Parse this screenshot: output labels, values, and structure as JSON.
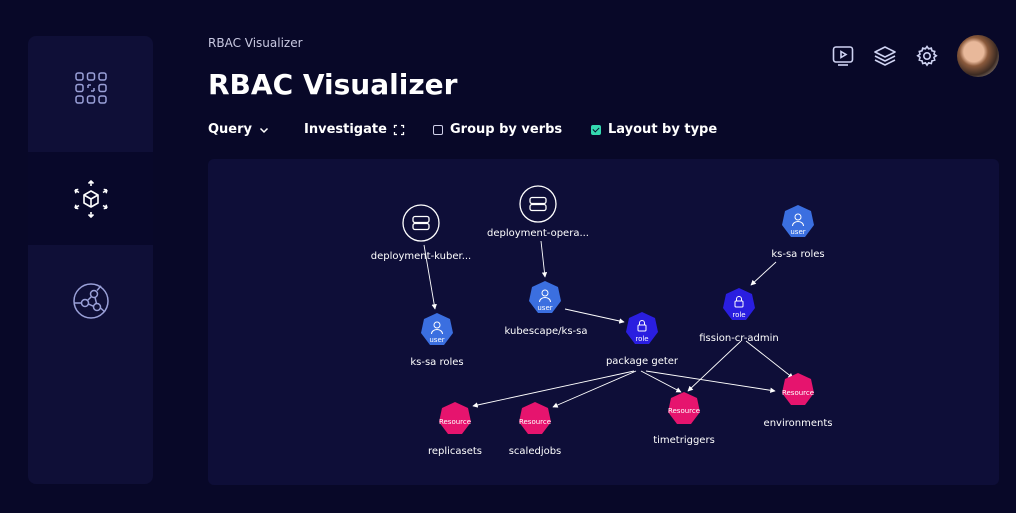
{
  "header": {
    "breadcrumb": "RBAC Visualizer",
    "title": "RBAC Visualizer"
  },
  "toolbar": {
    "query_label": "Query",
    "investigate_label": "Investigate",
    "group_by_verbs": {
      "label": "Group by verbs",
      "checked": false
    },
    "layout_by_type": {
      "label": "Layout by type",
      "checked": true
    }
  },
  "sidebar": {
    "items": [
      {
        "icon": "grid-scan-icon",
        "active": false
      },
      {
        "icon": "cube-icon",
        "active": true
      },
      {
        "icon": "network-icon",
        "active": false
      }
    ]
  },
  "top_icons": [
    "play-video-icon",
    "layers-icon",
    "gear-icon",
    "avatar"
  ],
  "colors": {
    "background": "#080828",
    "panel": "#0f0f37",
    "user": "#3b6fe0",
    "role": "#2a1ee0",
    "resource": "#e6146e",
    "checkbox_on": "#34d9b0"
  },
  "graph": {
    "nodes": [
      {
        "id": "n1",
        "type": "group",
        "label": "deployment-kuber..."
      },
      {
        "id": "n2",
        "type": "group",
        "label": "deployment-opera..."
      },
      {
        "id": "n3",
        "type": "user",
        "badge": "user",
        "label": "ks-sa roles"
      },
      {
        "id": "n4",
        "type": "user",
        "badge": "user",
        "label": "kubescape/ks-sa"
      },
      {
        "id": "n5",
        "type": "role",
        "badge": "role",
        "label": "package geter"
      },
      {
        "id": "n6",
        "type": "user",
        "badge": "user",
        "label": "ks-sa roles"
      },
      {
        "id": "n7",
        "type": "role",
        "badge": "role",
        "label": "fission-cr-admin"
      },
      {
        "id": "n8",
        "type": "resource",
        "badge": "Resource",
        "label": "replicasets"
      },
      {
        "id": "n9",
        "type": "resource",
        "badge": "Resource",
        "label": "scaledjobs"
      },
      {
        "id": "n10",
        "type": "resource",
        "badge": "Resource",
        "label": "timetriggers"
      },
      {
        "id": "n11",
        "type": "resource",
        "badge": "Resource",
        "label": "environments"
      }
    ]
  }
}
